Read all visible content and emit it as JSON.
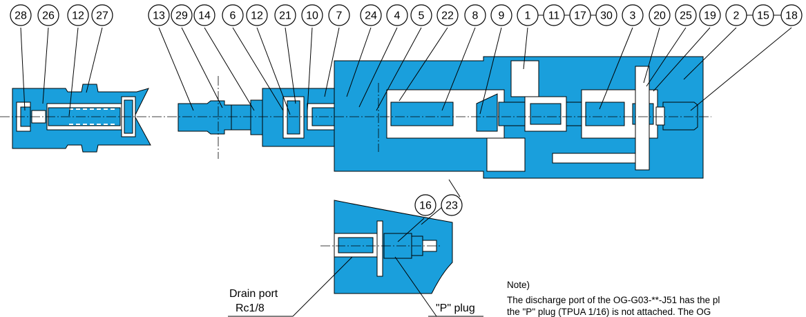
{
  "callouts_top": [
    "28",
    "26",
    "12",
    "27",
    "13",
    "29",
    "14",
    "6",
    "12",
    "21",
    "10",
    "7",
    "24",
    "4",
    "5",
    "22",
    "8",
    "9",
    "1",
    "11",
    "17",
    "30",
    "3",
    "20",
    "25",
    "19",
    "2",
    "15",
    "18"
  ],
  "callouts_lower": [
    "16",
    "23"
  ],
  "labels": {
    "drain_port_line1": "Drain port",
    "drain_port_line2": "Rc1/8",
    "p_plug": "\"P\" plug"
  },
  "note": {
    "heading": "Note)",
    "line1": "The discharge port of the OG-G03-**-J51 has the pl",
    "line2": "the \"P\" plug (TPUA 1/16) is not attached. The OG"
  },
  "colors": {
    "body_blue": "#1a9fdc",
    "line": "#000000",
    "background": "#ffffff"
  }
}
